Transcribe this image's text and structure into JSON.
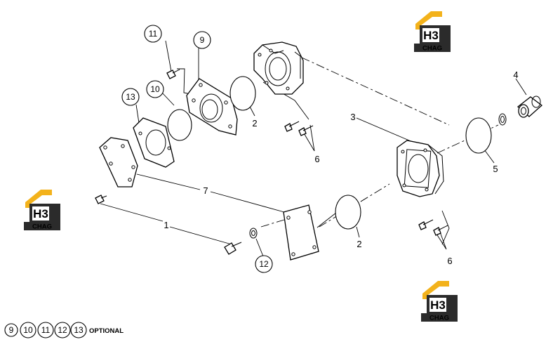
{
  "callouts": {
    "c1": "1",
    "c2a": "2",
    "c2b": "2",
    "c3": "3",
    "c4": "4",
    "c5": "5",
    "c6a": "6",
    "c6b": "6",
    "c7": "7",
    "c9": "9",
    "c10": "10",
    "c11": "11",
    "c12": "12",
    "c13": "13"
  },
  "footnote": {
    "items": [
      "9",
      "10",
      "11",
      "12",
      "13"
    ],
    "text": "OPTIONAL"
  },
  "watermark": {
    "mark": "H3",
    "word": "CHAG",
    "colors": {
      "gold": "#f3b21b",
      "dark": "#2b2b2b"
    }
  }
}
